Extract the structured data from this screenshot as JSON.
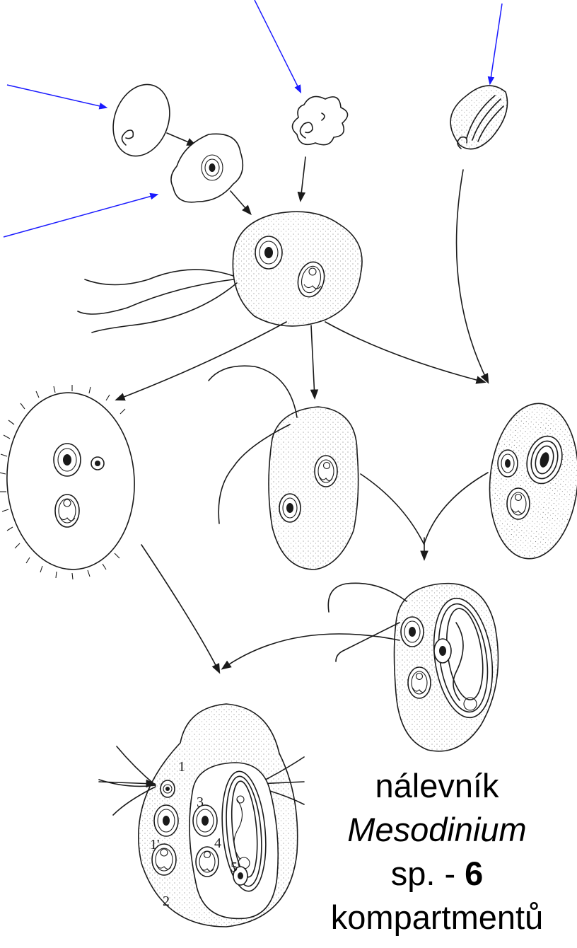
{
  "figure": {
    "numbers": [
      "1",
      "1'",
      "2",
      "3",
      "4",
      "5"
    ]
  },
  "caption": {
    "line1": "nálevník",
    "line2": "Mesodinium",
    "line3_prefix": "sp.",
    "line3_dash": "-",
    "line3_bold": "6",
    "line4": "kompartmentů"
  },
  "colors": {
    "ink": "#1a1a1a",
    "pointer": "#1a1aff",
    "background": "#ffffff"
  }
}
